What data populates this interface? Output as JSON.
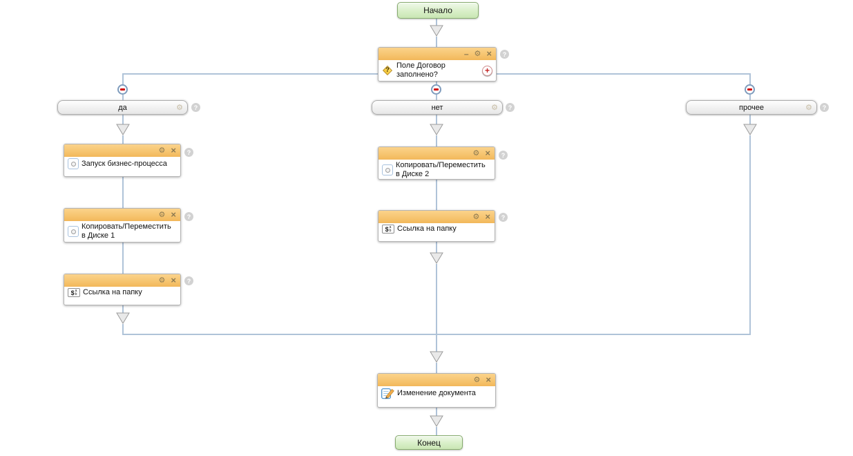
{
  "flow": {
    "start_label": "Начало",
    "end_label": "Конец",
    "condition_title": "Поле Договор заполнено?",
    "branches": [
      {
        "label": "да"
      },
      {
        "label": "нет"
      },
      {
        "label": "прочее"
      }
    ],
    "left_blocks": [
      {
        "title": "Запуск бизнес-процесса"
      },
      {
        "title": "Копировать/Переместить в Диске 1"
      },
      {
        "title": "Ссылка на папку"
      }
    ],
    "middle_blocks": [
      {
        "title": "Копировать/Переместить в Диске 2"
      },
      {
        "title": "Ссылка на папку"
      }
    ],
    "final_block_title": "Изменение документа"
  },
  "controls": {
    "minimize": "–",
    "settings": "⚙",
    "close": "×",
    "help": "?",
    "add": "+"
  },
  "icons": {
    "question_mark": "?",
    "variable_dollar": "$",
    "variable_a": "a",
    "variable_b": "b"
  },
  "colors": {
    "block_header_orange": "#f6c46e",
    "connector_blue": "#afc3d8",
    "terminal_green_border": "#86ab6d",
    "collapse_minus_red": "#cf0000"
  }
}
